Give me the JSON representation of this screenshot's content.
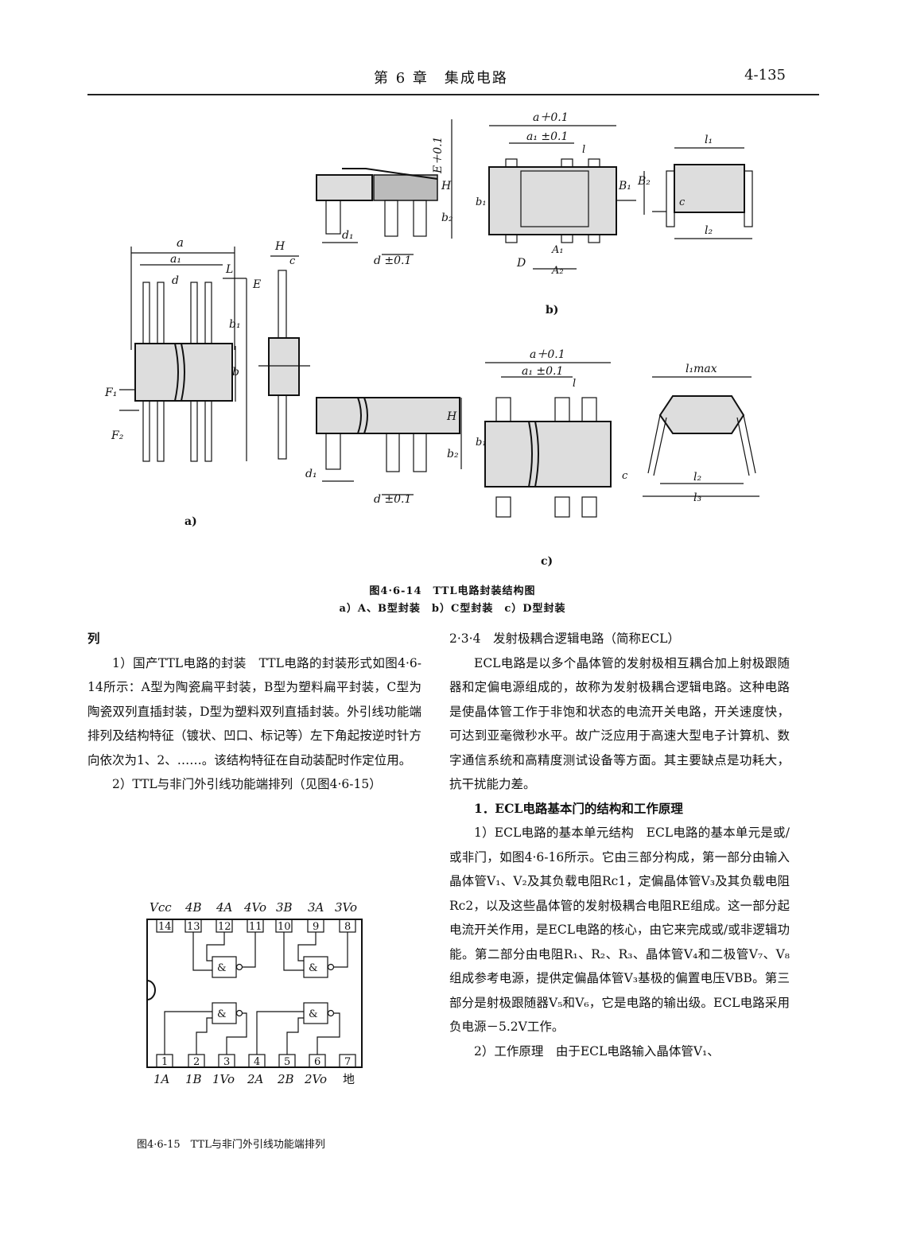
{
  "header": {
    "chapter": "第 6 章　集成电路",
    "page": "4-135"
  },
  "fig14": {
    "sub_a": "a)",
    "sub_b": "b)",
    "sub_c": "c)",
    "caption": "图4·6-14　TTL电路封装结构图",
    "subcaption": "a）A、B型封装　b）C型封装　c）D型封装",
    "labels": {
      "a": "a",
      "a1": "a₁",
      "L": "L",
      "d": "d",
      "b1": "b₁",
      "b": "b",
      "F1": "F₁",
      "F2": "F₂",
      "H": "H",
      "c": "c",
      "E": "E",
      "E01": "E＋0.1",
      "d1": "d₁",
      "d01": "d ±0.1",
      "b2": "b₂",
      "a01": "a＋0.1",
      "a1pm": "a₁ ±0.1",
      "l": "l",
      "B1": "B₁",
      "B2": "B₂",
      "D": "D",
      "A1": "A₁",
      "A2": "A₂",
      "l1": "l₁",
      "l2": "l₂",
      "l1max": "l₁max",
      "l3": "l₃"
    }
  },
  "fig15": {
    "top_labels": [
      "Vcc",
      "4B",
      "4A",
      "4Vo",
      "3B",
      "3A",
      "3Vo"
    ],
    "top_pins": [
      "14",
      "13",
      "12",
      "11",
      "10",
      "9",
      "8"
    ],
    "bottom_pins": [
      "1",
      "2",
      "3",
      "4",
      "5",
      "6",
      "7"
    ],
    "bottom_labels": [
      "1A",
      "1B",
      "1Vo",
      "2A",
      "2B",
      "2Vo",
      "地"
    ],
    "gate": "&",
    "caption": "图4·6-15　TTL与非门外引线功能端排列"
  },
  "left_col": {
    "p0": "列",
    "p1": "1）国产TTL电路的封装　TTL电路的封装形式如图4·6-14所示：A型为陶瓷扁平封装，B型为塑料扁平封装，C型为陶瓷双列直插封装，D型为塑料双列直插封装。外引线功能端排列及结构特征（镀状、凹口、标记等）左下角起按逆时针方向依次为1、2、……。该结构特征在自动装配时作定位用。",
    "p2": "2）TTL与非门外引线功能端排列（见图4·6-15）"
  },
  "right_col": {
    "h1": "2·3·4　发射极耦合逻辑电路（简称ECL）",
    "p1": "ECL电路是以多个晶体管的发射极相互耦合加上射极跟随器和定偏电源组成的，故称为发射极耦合逻辑电路。这种电路是使晶体管工作于非饱和状态的电流开关电路，开关速度快，可达到亚毫微秒水平。故广泛应用于高速大型电子计算机、数字通信系统和高精度测试设备等方面。其主要缺点是功耗大，抗干扰能力差。",
    "h2": "1．ECL电路基本门的结构和工作原理",
    "p2": "1）ECL电路的基本单元结构　ECL电路的基本单元是或/或非门，如图4·6-16所示。它由三部分构成，第一部分由输入晶体管V₁、V₂及其负载电阻Rc1，定偏晶体管V₃及其负载电阻Rc2，以及这些晶体管的发射极耦合电阻RE组成。这一部分起电流开关作用，是ECL电路的核心，由它来完成或/或非逻辑功能。第二部分由电阻R₁、R₂、R₃、晶体管V₄和二极管V₇、V₈组成参考电源，提供定偏晶体管V₃基极的偏置电压VBB。第三部分是射极跟随器V₅和V₆，它是电路的输出级。ECL电路采用负电源－5.2V工作。",
    "p3": "2）工作原理　由于ECL电路输入晶体管V₁、"
  }
}
